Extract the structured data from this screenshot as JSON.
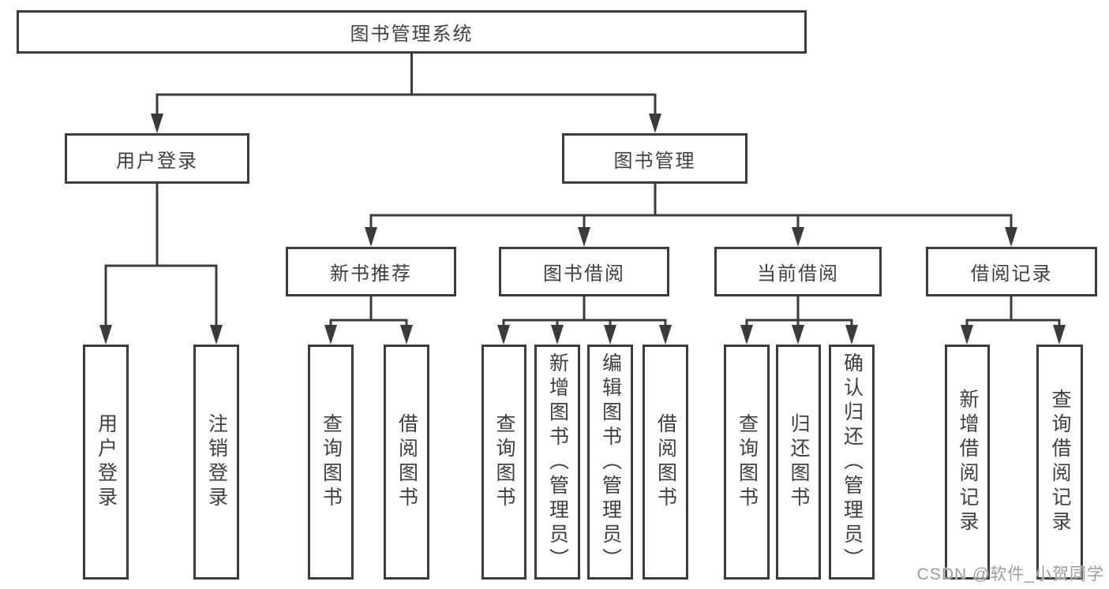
{
  "nodes": {
    "root": "图书管理系统",
    "user_login": "用户登录",
    "book_mgmt": "图书管理",
    "new_book_rec": "新书推荐",
    "book_borrow": "图书借阅",
    "current_borrow": "当前借阅",
    "borrow_records": "借阅记录",
    "leaf_user_login": "用户登录",
    "leaf_logout": "注销登录",
    "leaf_nbr_query": "查询图书",
    "leaf_nbr_borrow": "借阅图书",
    "leaf_bb_query": "查询图书",
    "leaf_bb_add": "新增图书（管理员）",
    "leaf_bb_edit": "编辑图书（管理员）",
    "leaf_bb_borrow": "借阅图书",
    "leaf_cb_query": "查询图书",
    "leaf_cb_return": "归还图书",
    "leaf_cb_confirm": "确认归还（管理员）",
    "leaf_br_add": "新增借阅记录",
    "leaf_br_query": "查询借阅记录"
  },
  "watermark": "CSDN @软件_小贺同学",
  "colors": {
    "line": "#3b3b3b",
    "text": "#3f3f3f",
    "watermark": "#9c9c9c",
    "background": "#ffffff"
  }
}
